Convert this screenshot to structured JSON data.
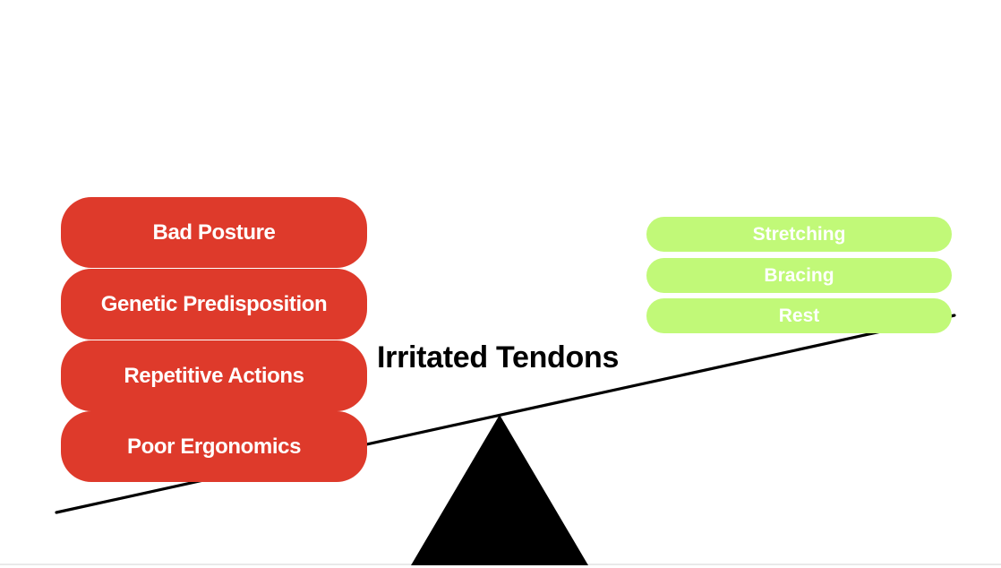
{
  "title": "Irritated Tendons",
  "causes": {
    "items": [
      "Bad Posture",
      "Genetic Predisposition",
      "Repetitive Actions",
      "Poor Ergonomics"
    ]
  },
  "remedies": {
    "items": [
      "Stretching",
      "Bracing",
      "Rest"
    ]
  },
  "colors": {
    "cause_pill": "#DE3A2B",
    "remedy_pill": "#C1F978",
    "pill_text": "#FFFFFF",
    "title_text": "#000000",
    "beam": "#000000",
    "fulcrum": "#000000",
    "baseline": "#E9E9E9"
  }
}
